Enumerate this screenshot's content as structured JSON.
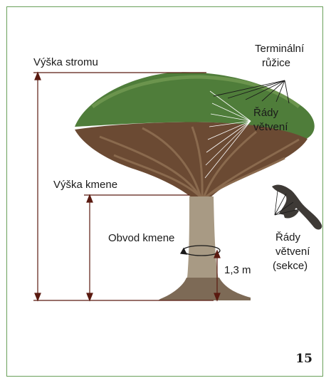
{
  "labels": {
    "tree_height": "Výška stromu",
    "terminal_rosettes_line1": "Terminální",
    "terminal_rosettes_line2": "růžice",
    "branching_orders_line1": "Řády",
    "branching_orders_line2": "větvení",
    "trunk_height": "Výška kmene",
    "trunk_girth": "Obvod kmene",
    "measure_height": "1,3 m",
    "section_line1": "Řády",
    "section_line2": "větvení",
    "section_line3": "(sekce)"
  },
  "page_number": "15",
  "colors": {
    "frame": "#6aa05a",
    "line": "#5a1a10",
    "canopy": "#4f7d3a",
    "trunk": "#a89a84",
    "branches": "#6b4a33"
  }
}
